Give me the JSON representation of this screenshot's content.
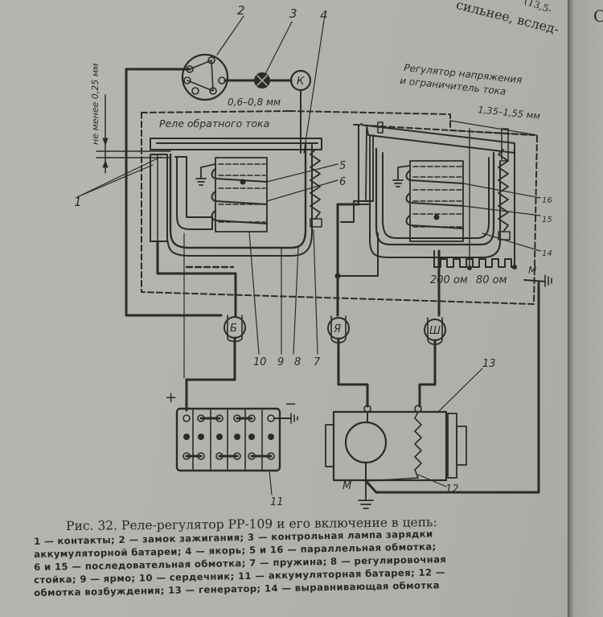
{
  "page": {
    "top_fragment_1": "сильнее, вслед-",
    "top_fragment_2": "(13,5-",
    "right_page_fragment": "О"
  },
  "diagram": {
    "title": "Реле-регулятор РР-109 и его включение в цепь",
    "reverse_current_relay_label": "Реле обратного тока",
    "regulator_label_line1": "Регулятор напряжения",
    "regulator_label_line2": "и ограничитель тока",
    "gap_contacts": "не менее 0,25 мм",
    "gap_reverse_relay": "0,6–0,8 мм",
    "gap_regulator": "1,35–1,55 мм",
    "resistor_1": "200 ом",
    "resistor_2": "80 ом",
    "ground_mass_label": "М",
    "terminals": {
      "battery": "Б",
      "armature": "Я",
      "field": "Ш",
      "lamp_relay": "К"
    },
    "battery_plus": "+",
    "battery_minus": "−",
    "callouts": [
      "1",
      "2",
      "3",
      "4",
      "5",
      "6",
      "7",
      "8",
      "9",
      "10",
      "11",
      "12",
      "13",
      "14",
      "15",
      "16"
    ]
  },
  "caption": {
    "title": "Рис. 32. Реле-регулятор РР-109 и его включение в цепь:",
    "lines": [
      "1 — контакты; 2 — замок зажигания; 3 — контрольная лампа зарядки",
      "аккумуляторной батареи; 4 — якорь; 5 и 16 — параллельная обмотка;",
      "6 и 15 — последовательная обмотка; 7 — пружина; 8 — регулировочная",
      "стойка; 9 — ярмо; 10 — сердечник; 11 — аккумуляторная батарея; 12 —",
      "обмотка возбуждения; 13 — генератор; 14 — выравнивающая обмотка"
    ]
  }
}
